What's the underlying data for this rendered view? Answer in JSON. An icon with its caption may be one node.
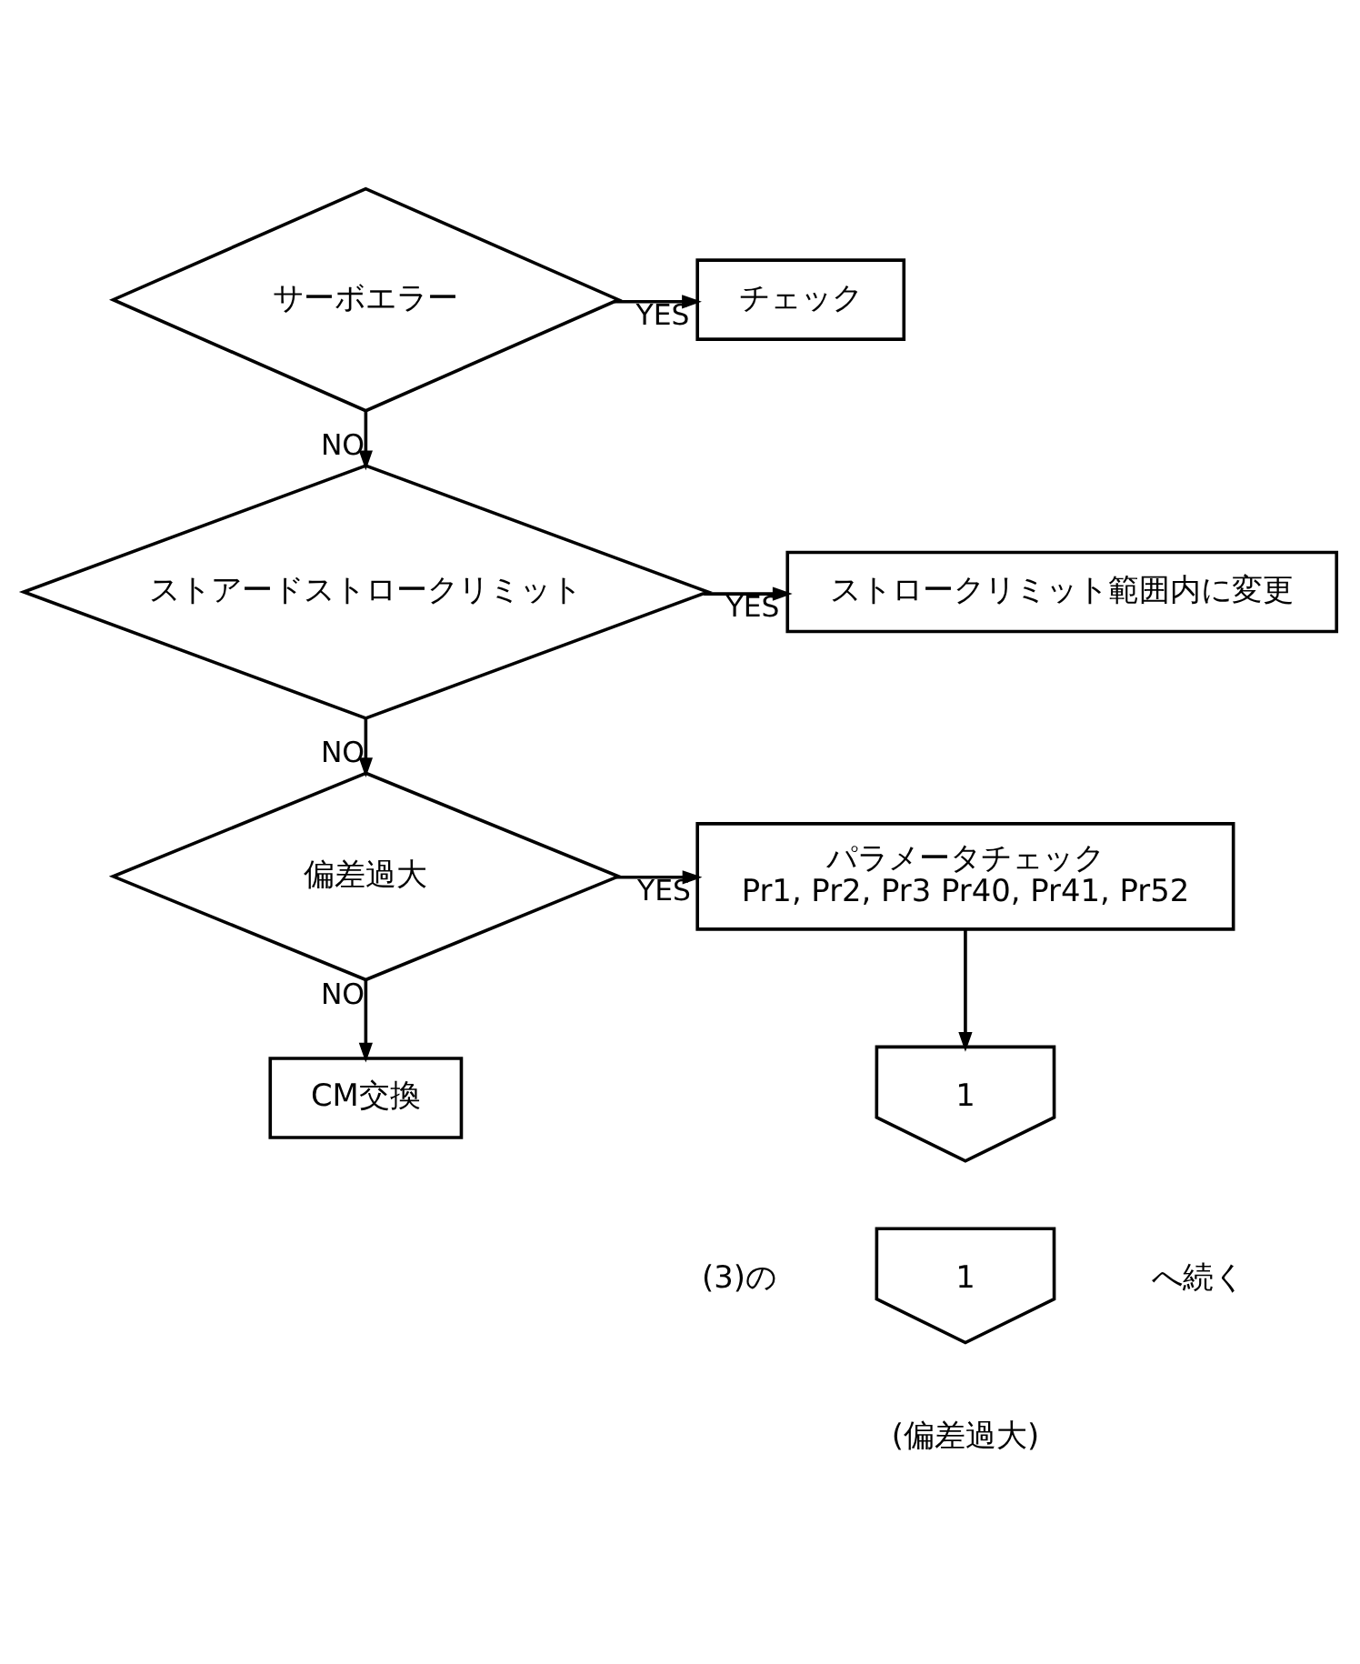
{
  "diagram": {
    "nodes": [
      {
        "text": [
          "サーボエラー"
        ]
      },
      {
        "text": [
          "チェック"
        ]
      },
      {
        "text": [
          "ストアードストロークリミット"
        ]
      },
      {
        "text": [
          "ストロークリミット範囲内に変更"
        ]
      },
      {
        "text": [
          "偏差過大"
        ]
      },
      {
        "text": [
          "パラメータチェック",
          "Pr1, Pr2, Pr3 Pr40, Pr41, Pr52"
        ]
      },
      {
        "text": [
          "CM交換"
        ]
      },
      {
        "text": [
          "1"
        ]
      },
      {
        "text": [
          "1"
        ],
        "beside": [
          "(3)の",
          "へ続く",
          "(偏差過大)"
        ]
      }
    ],
    "edges": [
      {
        "from": 0,
        "to": 1,
        "arrow": "to",
        "label": "YES"
      },
      {
        "from": 0,
        "to": 2,
        "arrow": "to",
        "label": "NO"
      },
      {
        "from": 2,
        "to": 3,
        "arrow": "to",
        "label": "YES"
      },
      {
        "from": 2,
        "to": 4,
        "arrow": "to",
        "label": "NO"
      },
      {
        "from": 4,
        "to": 5,
        "arrow": "to",
        "label": "YES"
      },
      {
        "from": 4,
        "to": 6,
        "arrow": "to",
        "label": "NO"
      },
      {
        "from": 5,
        "to": 7,
        "arrow": "to"
      }
    ]
  }
}
